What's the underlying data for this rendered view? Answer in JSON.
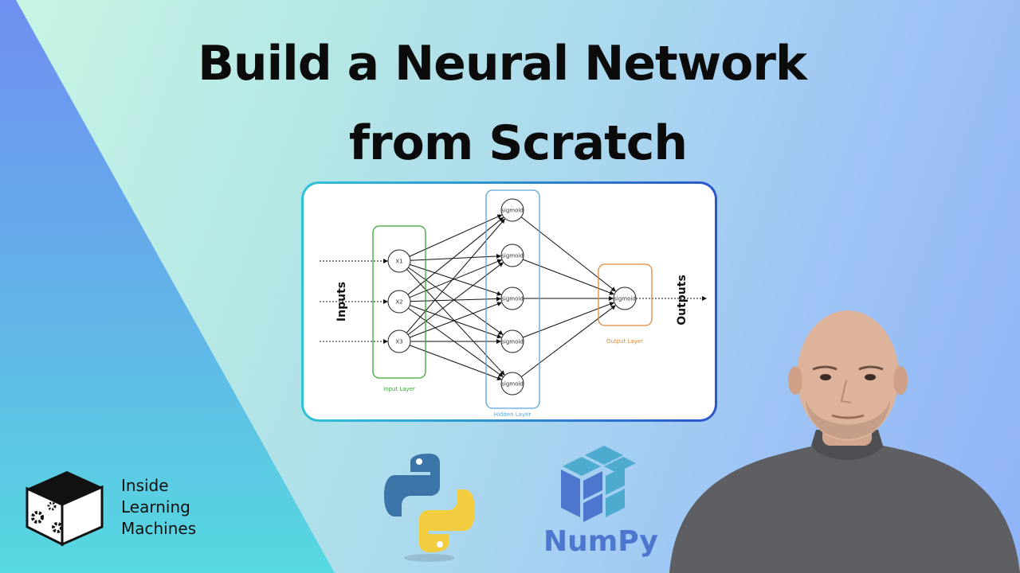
{
  "title": {
    "line1": "Build a Neural Network",
    "line2": "from Scratch"
  },
  "diagram": {
    "inputs_label": "Inputs",
    "outputs_label": "Outputs",
    "input_layer_label": "Input Layer",
    "hidden_layer_label": "Hidden Layer",
    "output_layer_label": "Output Layer",
    "input_nodes": [
      "X1",
      "X2",
      "X3"
    ],
    "hidden_nodes": [
      "sigmoid",
      "sigmoid",
      "sigmoid",
      "sigmoid",
      "sigmoid"
    ],
    "output_nodes": [
      "sigmoid"
    ],
    "colors": {
      "input_layer": "#3aa535",
      "hidden_layer": "#5aa3d6",
      "output_layer": "#e08a35"
    }
  },
  "brand": {
    "line1": "Inside",
    "line2": "Learning",
    "line3": "Machines",
    "icon": "cube-gears-icon"
  },
  "logos": {
    "python": "python-logo-icon",
    "numpy_icon": "numpy-cube-icon",
    "numpy_text": "NumPy"
  },
  "presenter": {
    "icon": "presenter-photo"
  }
}
